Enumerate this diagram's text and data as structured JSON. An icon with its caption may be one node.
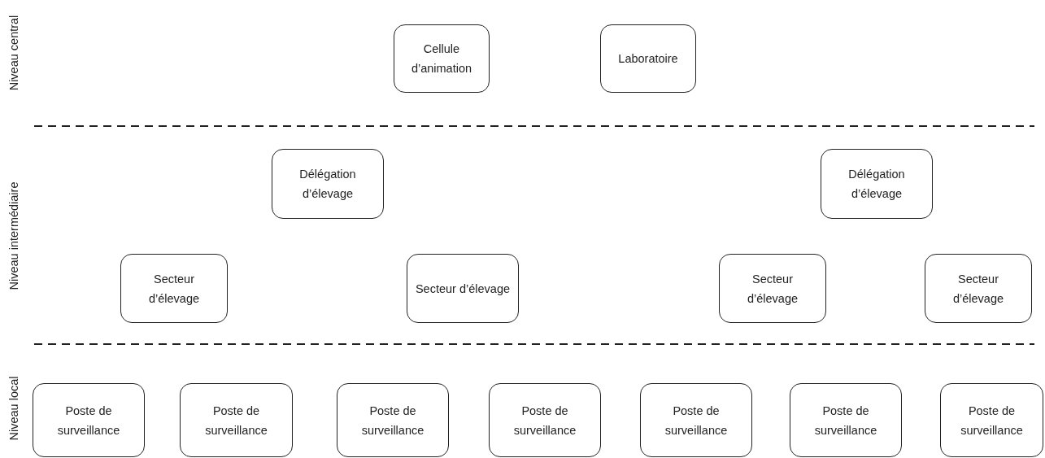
{
  "diagram": {
    "nodes": [
      {
        "text": [
          "Cellule d’animation"
        ]
      },
      {
        "text": [
          "Laboratoire"
        ]
      },
      {
        "text": [
          "Délégation d’élevage"
        ]
      },
      {
        "text": [
          "Délégation d’élevage"
        ]
      },
      {
        "text": [
          "Secteur d’élevage"
        ]
      },
      {
        "text": [
          "Secteur d’élevage"
        ]
      },
      {
        "text": [
          "Secteur d’élevage"
        ]
      },
      {
        "text": [
          "Secteur d’élevage"
        ]
      },
      {
        "text": [
          "Poste de surveillance"
        ]
      },
      {
        "text": [
          "Poste de surveillance"
        ]
      },
      {
        "text": [
          "Poste de surveillance"
        ]
      },
      {
        "text": [
          "Poste de surveillance"
        ]
      },
      {
        "text": [
          "Poste de surveillance"
        ]
      },
      {
        "text": [
          "Poste de surveillance"
        ]
      },
      {
        "text": [
          "Poste de surveillance"
        ]
      }
    ],
    "labels": [
      "Niveau central",
      "Niveau intermédiaire",
      "Niveau local"
    ]
  }
}
